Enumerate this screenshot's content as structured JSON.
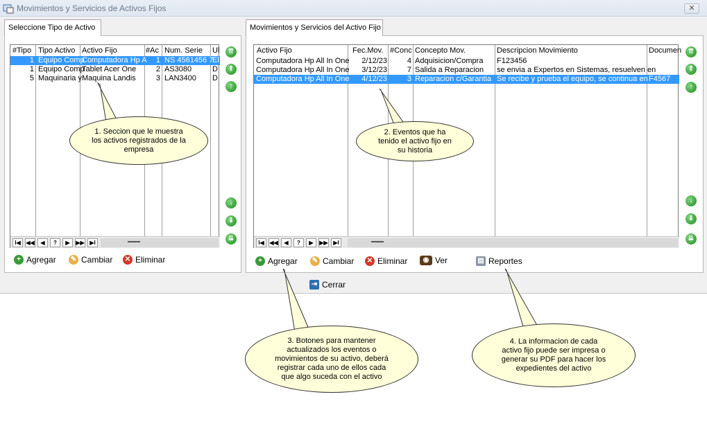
{
  "window": {
    "title": "Movimientos y Servicios de Activos Fijos",
    "close_label": "✕"
  },
  "left": {
    "tab_label": "Seleccione Tipo de Activo",
    "columns": [
      "#Tipo",
      "Tipo Activo",
      "Activo Fijo",
      "#Ac",
      "Num. Serie",
      "Ul"
    ],
    "rows": [
      [
        "1",
        "Equipo Comp",
        "Computadora Hp A",
        "1",
        "NS 4561456 7",
        "El"
      ],
      [
        "1",
        "Equipo Comp",
        "Tablet Acer One",
        "2",
        "AS3080",
        "D"
      ],
      [
        "5",
        "Maquinaria y",
        "Maquina Landis",
        "3",
        "LAN3400",
        "D"
      ]
    ],
    "selected_row": 0,
    "buttons": {
      "add": "Agregar",
      "change": "Cambiar",
      "delete": "Eliminar"
    }
  },
  "right": {
    "tab_label": "Movimientos y Servicios del  Activo Fijo",
    "columns": [
      "Activo Fijo",
      "Fec.Mov.",
      "#Conc",
      "Concepto Mov.",
      "Descripcion Movimiento",
      "Documen"
    ],
    "rows": [
      [
        "Computadora Hp All In One",
        "2/12/23",
        "4",
        "Adquisicion/Compra",
        "F123456",
        ""
      ],
      [
        "Computadora Hp All In One",
        "3/12/23",
        "7",
        "Salida a Reparacion",
        "se envia a Expertos en Sistemas, resuelven en",
        ""
      ],
      [
        "Computadora Hp All In One",
        "4/12/23",
        "3",
        "Reparacion c/Garantia",
        "Se recibe y prueba el equipo, se continua en",
        "F4567"
      ]
    ],
    "selected_row": 2,
    "buttons": {
      "add": "Agregar",
      "change": "Cambiar",
      "delete": "Eliminar",
      "view": "Ver",
      "reports": "Reportes"
    }
  },
  "nav_buttons": [
    "I◀",
    "◀◀",
    "◀",
    "?",
    "▶",
    "▶▶",
    "▶I"
  ],
  "close_button": "Cerrar",
  "callouts": {
    "c1": "1. Seccion que le muestra los activos registrados de la empresa",
    "c2": "2. Eventos que ha tenido el activo fijo en su historia",
    "c3": "3. Botones para mantener actualizados los eventos o movimientos de su activo, deberá registrar cada uno de ellos cada que algo suceda con el activo",
    "c4": "4. La informacion de cada activo fijo puede ser impresa o generar su PDF para hacer los expedientes del activo"
  },
  "colors": {
    "selection": "#3399ff",
    "callout_fill": "#ffffd9",
    "nav_green": "#1d8a1d"
  }
}
